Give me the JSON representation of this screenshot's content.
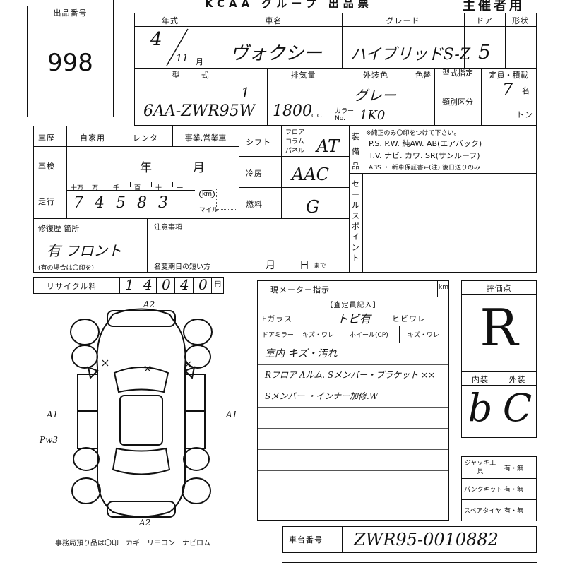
{
  "header": {
    "title": "KCAA グループ 出品票",
    "organizer": "主催者用"
  },
  "lot": {
    "label": "出品番号",
    "number": "998"
  },
  "car": {
    "year_label": "年式",
    "year_value": "4",
    "month_value": "11",
    "month_unit": "月",
    "name_label": "車名",
    "name_value": "ヴォクシー",
    "grade_label": "グレード",
    "grade_value": "ハイブリッドS-Z",
    "door_label": "ドア",
    "door_value": "5",
    "shape_label": "形状",
    "model_label": "型式",
    "model_value": "6AA-ZWR95W",
    "model_mark": "1",
    "cc_label": "排気量",
    "cc_value": "1800",
    "cc_unit": "c.c.",
    "color_label": "外装色",
    "color_value": "グレー",
    "color_change_label": "色替",
    "color_no_label": "カラーNo.",
    "color_no_value": "1K0",
    "type_designation_label": "型式指定",
    "category_label": "類別区分",
    "capacity_label": "定員・積載",
    "capacity_value": "7",
    "capacity_unit": "名",
    "tonnage_unit": "トン"
  },
  "history": {
    "label": "車歴",
    "options": [
      "自家用",
      "レンタ",
      "事業.営業車"
    ],
    "inspection_label": "車検",
    "inspection_year": "年",
    "inspection_month": "月",
    "mileage_label": "走行",
    "digit_units": [
      "十万",
      "万",
      "千",
      "百",
      "十",
      "一"
    ],
    "mileage_digits": [
      "7",
      "4",
      "5",
      "8",
      "3"
    ],
    "unit_km": "km",
    "unit_mile": "マイル"
  },
  "shift": {
    "label": "シフト",
    "options": [
      "フロア",
      "コラム",
      "パネル"
    ],
    "value": "AT"
  },
  "ac": {
    "label": "冷房",
    "value": "AAC"
  },
  "fuel": {
    "label": "燃料",
    "value": "G"
  },
  "equipment": {
    "label": "装備品",
    "note": "※純正のみ〇印をつけて下さい。",
    "line1": "P.S. P.W. 純AW. AB(エアバック)",
    "line2": "T.V. ナビ. カワ. SR(サンルーフ)",
    "line3": "ABS ・ 新車保証書←(注) 後日送りのみ"
  },
  "sales_point": {
    "label": "セールスポイント"
  },
  "repair": {
    "label": "修復歴 箇所",
    "value": "有 フロント",
    "note": "(有の場合は〇印を)"
  },
  "notes": {
    "label": "注意事項",
    "short_term": "名変期日の短い方",
    "month": "月",
    "day": "日",
    "until": "まで"
  },
  "recycle": {
    "label": "リサイクル料",
    "digits": [
      "1",
      "4",
      "0",
      "4",
      "0"
    ],
    "unit": "円"
  },
  "inspection": {
    "meter_label": "現メーター指示",
    "meter_unit": "km",
    "title": "【査定員記入】",
    "f_glass": "Fガラス",
    "chip": "トビ有",
    "chip_crack": "ヒビワレ",
    "door_mirror": "ドアミラー",
    "mirror_state": "キズ・ワレ",
    "wheel": "ホイール(CP)",
    "wheel_state": "キズ・ワレ",
    "comments": [
      "室内 キズ・汚れ",
      "Rフロア Aルム. Sメンバー・ブラケット ××",
      "Sメンバー ・インナー加修.W"
    ]
  },
  "rating": {
    "label": "評価点",
    "value": "R",
    "interior_label": "内装",
    "exterior_label": "外装",
    "interior_value": "b",
    "exterior_value": "C"
  },
  "tools": {
    "jack_label": "ジャッキ工具",
    "puncture_label": "パンクキット",
    "spare_label": "スペアタイヤ",
    "options": "有・無"
  },
  "chassis": {
    "label": "車台番号",
    "value": "ZWR95-0010882"
  },
  "diagram": {
    "marks": [
      "A2",
      "A1",
      "A1",
      "Pw3",
      "A2"
    ],
    "office_note": "事務局預り品は〇印　カギ　リモコン　ナビロム"
  }
}
